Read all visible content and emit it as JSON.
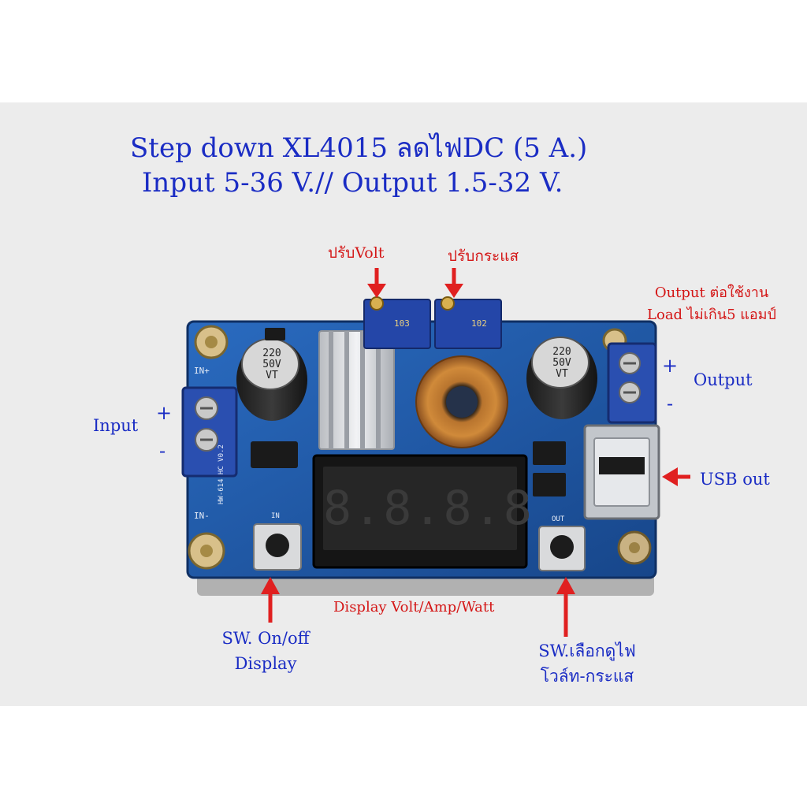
{
  "title": {
    "line1": "Step down XL4015 ลดไฟDC  (5 A.)",
    "line2": "Input 5-36 V.// Output 1.5-32 V."
  },
  "labels": {
    "adjust_volt": "ปรับVolt",
    "adjust_current": "ปรับกระแส",
    "output_note_1": "Output ต่อใช้งาน",
    "output_note_2": "Load ไม่เกิน5 แอมป์",
    "input": "Input",
    "input_plus": "+",
    "input_minus": "-",
    "output": "Output",
    "output_plus": "+",
    "output_minus": "-",
    "usb_out": "USB out",
    "display": "Display Volt/Amp/Watt",
    "sw_display_1": "SW. On/off",
    "sw_display_2": "Display",
    "sw_select_1": "SW.เลือกดูไฟ",
    "sw_select_2": "โวล์ท-กระแส"
  },
  "board": {
    "cap_left": [
      "220",
      "50V",
      "VT"
    ],
    "cap_right": [
      "220",
      "50V",
      "VT"
    ],
    "pot_left": "103",
    "pot_right": "102",
    "silk_in_plus": "IN+",
    "silk_in_minus": "IN-",
    "silk_in": "IN",
    "silk_out": "OUT",
    "silk_rev": "HW-614 HC V0.2",
    "digits": "8.8.8.8"
  },
  "colors": {
    "title_blue": "#1a2cc4",
    "label_red": "#d41616",
    "pcb_blue": "#1f5aa6"
  }
}
